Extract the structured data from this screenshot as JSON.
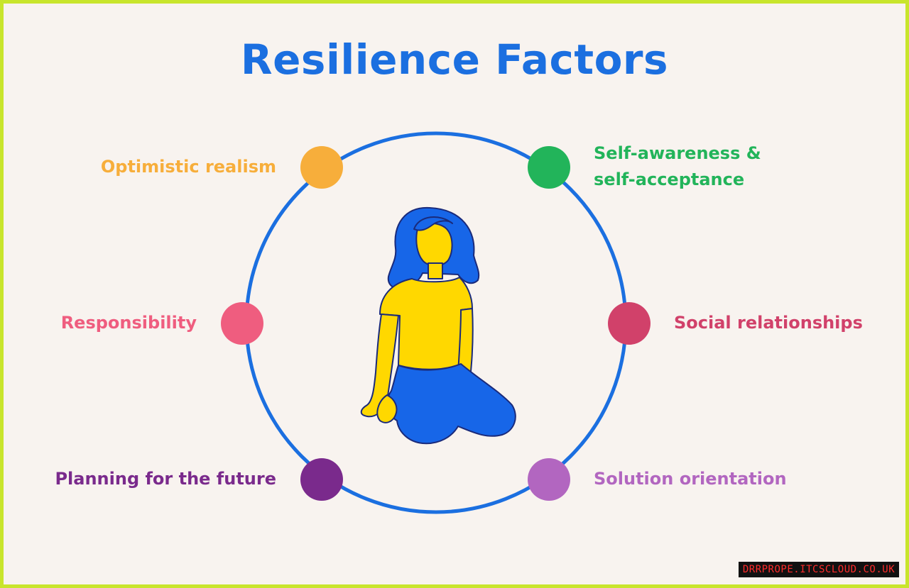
{
  "title": "Resilience Factors",
  "colors": {
    "title": "#1b6fe0",
    "ring": "#1b6fe0",
    "background": "#f8f3ef",
    "border": "#c8e52c"
  },
  "factors": [
    {
      "id": "optimistic-realism",
      "label": "Optimistic realism",
      "color": "#f7ae3b"
    },
    {
      "id": "self-awareness",
      "label_lines": [
        "Self-awareness &",
        "self-acceptance"
      ],
      "color": "#22b45a"
    },
    {
      "id": "responsibility",
      "label": "Responsibility",
      "color": "#ef5d7f"
    },
    {
      "id": "social-relationships",
      "label": "Social relationships",
      "color": "#d1416a"
    },
    {
      "id": "planning-future",
      "label": "Planning for the future",
      "color": "#7a2a8c"
    },
    {
      "id": "solution-orientation",
      "label": "Solution orientation",
      "color": "#b266c0"
    }
  ],
  "illustration": {
    "icon": "kneeling-woman-illustration",
    "hair": "#1766e8",
    "shirt": "#ffd800",
    "skin": "#ffd800",
    "pants": "#1766e8"
  },
  "watermark": "DRRPROPE.ITCSCLOUD.CO.UK"
}
